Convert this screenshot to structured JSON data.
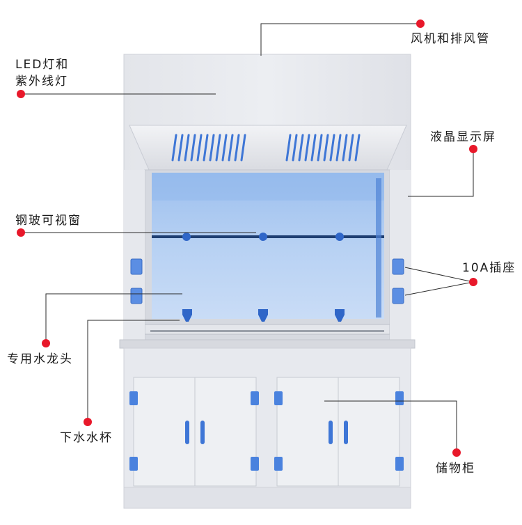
{
  "colors": {
    "cabinet_body": "#e8e9ee",
    "cabinet_shadow": "#cfd1d8",
    "glass": "#a9c7ee",
    "glass_dark": "#7ea9e0",
    "accent_blue": "#3f78d8",
    "callout_dot": "#e8182a",
    "callout_line": "#2a2a2a"
  },
  "labels": {
    "fan_duct": "风机和排风管",
    "led_uv_line1": "LED灯和",
    "led_uv_line2": "紫外线灯",
    "lcd_screen": "液晶显示屏",
    "glass_window": "钢玻可视窗",
    "socket": "10A插座",
    "faucet": "专用水龙头",
    "drain_cup": "下水水杯",
    "storage_cabinet": "储物柜"
  },
  "icons": {
    "callout": "red-dot-icon",
    "handle": "door-handle-icon",
    "hinge": "hinge-icon",
    "socket": "socket-icon",
    "faucet": "faucet-icon",
    "lcd": "lcd-display-icon",
    "vent": "vent-slot-icon"
  }
}
